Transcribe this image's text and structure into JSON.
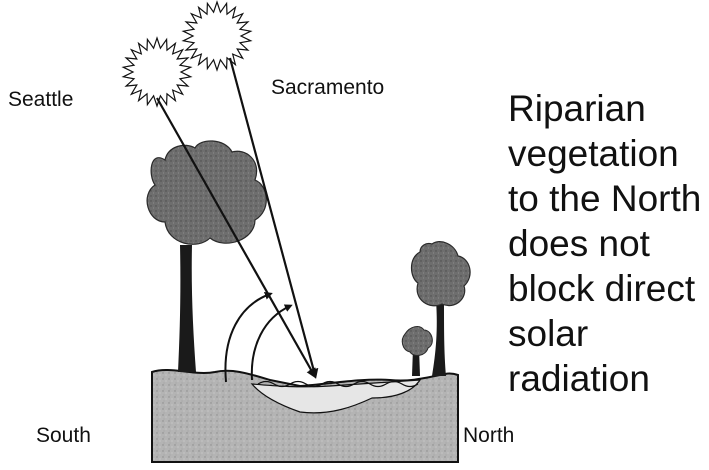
{
  "labels": {
    "seattle": "Seattle",
    "sacramento": "Sacramento",
    "south": "South",
    "north": "North"
  },
  "caption_lines": [
    "Riparian",
    "vegetation",
    "to the North",
    "does not",
    "block direct",
    "solar",
    "radiation"
  ],
  "colors": {
    "ink": "#111111",
    "ground": "#b4b4b4",
    "water": "#e6e6e6",
    "foliage": "#6e6e6e",
    "trunk": "#1a1a1a"
  }
}
